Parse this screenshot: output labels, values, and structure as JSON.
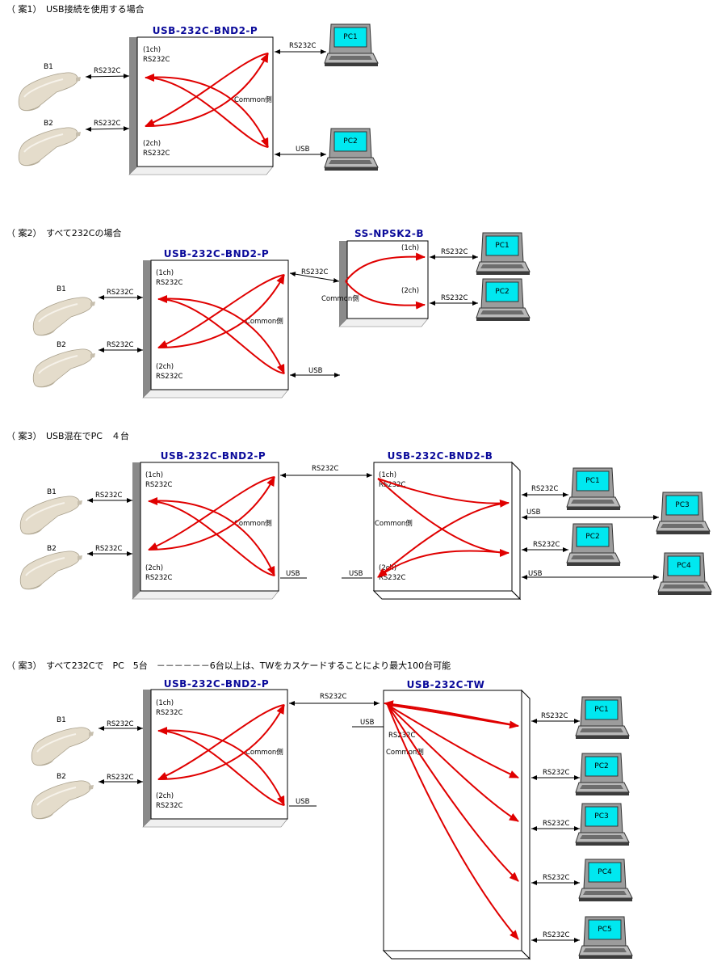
{
  "sections": [
    {
      "title": "（ 案1）　USB接続を使用する場合",
      "device_title": "USB-232C-BND2-P",
      "ch1": "(1ch)",
      "ch1_sub": "RS232C",
      "ch2": "(2ch)",
      "ch2_sub": "RS232C",
      "common": "Common側",
      "scanner_b1": "B1",
      "scanner_b2": "B2",
      "link_b1": "RS232C",
      "link_b2": "RS232C",
      "link_pc1": "RS232C",
      "link_pc2": "USB",
      "pc1": "PC1",
      "pc2": "PC2"
    },
    {
      "title": "（ 案2）　すべて232Cの場合",
      "device_title": "USB-232C-BND2-P",
      "ch1": "(1ch)",
      "ch1_sub": "RS232C",
      "ch2": "(2ch)",
      "ch2_sub": "RS232C",
      "common": "Common側",
      "scanner_b1": "B1",
      "scanner_b2": "B2",
      "link_b1": "RS232C",
      "link_b2": "RS232C",
      "link_mid": "RS232C",
      "link_usb": "USB",
      "device2_title": "SS-NPSK2-B",
      "d2_ch1": "(1ch)",
      "d2_ch2": "(2ch)",
      "d2_common": "Common側",
      "link_pc1": "RS232C",
      "link_pc2": "RS232C",
      "pc1": "PC1",
      "pc2": "PC2"
    },
    {
      "title": "（ 案3）　USB混在でPC　４台",
      "device_title": "USB-232C-BND2-P",
      "ch1": "(1ch)",
      "ch1_sub": "RS232C",
      "ch2": "(2ch)",
      "ch2_sub": "RS232C",
      "common": "Common側",
      "scanner_b1": "B1",
      "scanner_b2": "B2",
      "link_b1": "RS232C",
      "link_b2": "RS232C",
      "link_mid": "RS232C",
      "link_usb_left": "USB",
      "link_usb_right": "USB",
      "device2_title": "USB-232C-BND2-B",
      "d2_ch1": "(1ch)",
      "d2_ch1_sub": "RS232C",
      "d2_ch2": "(2ch)",
      "d2_ch2_sub": "RS232C",
      "d2_common": "Common側",
      "link_pc1": "RS232C",
      "link_pc3": "USB",
      "link_pc2": "RS232C",
      "link_pc4": "USB",
      "pc1": "PC1",
      "pc2": "PC2",
      "pc3": "PC3",
      "pc4": "PC4"
    },
    {
      "title": "（ 案3）　すべて232Cで　PC　5台　－－－－－－6台以上は、TWをカスケードすることにより最大100台可能",
      "device_title": "USB-232C-BND2-P",
      "ch1": "(1ch)",
      "ch1_sub": "RS232C",
      "ch2": "(2ch)",
      "ch2_sub": "RS232C",
      "common": "Common側",
      "scanner_b1": "B1",
      "scanner_b2": "B2",
      "link_b1": "RS232C",
      "link_b2": "RS232C",
      "link_mid": "RS232C",
      "link_usb": "USB",
      "link_usb_tw": "USB",
      "device2_title": "USB-232C-TW",
      "d2_sub": "RS232C",
      "d2_common": "Common側",
      "links_pc": [
        "RS232C",
        "RS232C",
        "RS232C",
        "RS232C",
        "RS232C"
      ],
      "pcs": [
        "PC1",
        "PC2",
        "PC3",
        "PC4",
        "PC5"
      ]
    }
  ],
  "colors": {
    "arrow": "#e00000",
    "box_title": "#0a0a9a",
    "screen": "#00e8f0",
    "scanner": "#e4dccb",
    "box_side": "#8a8a8a"
  }
}
